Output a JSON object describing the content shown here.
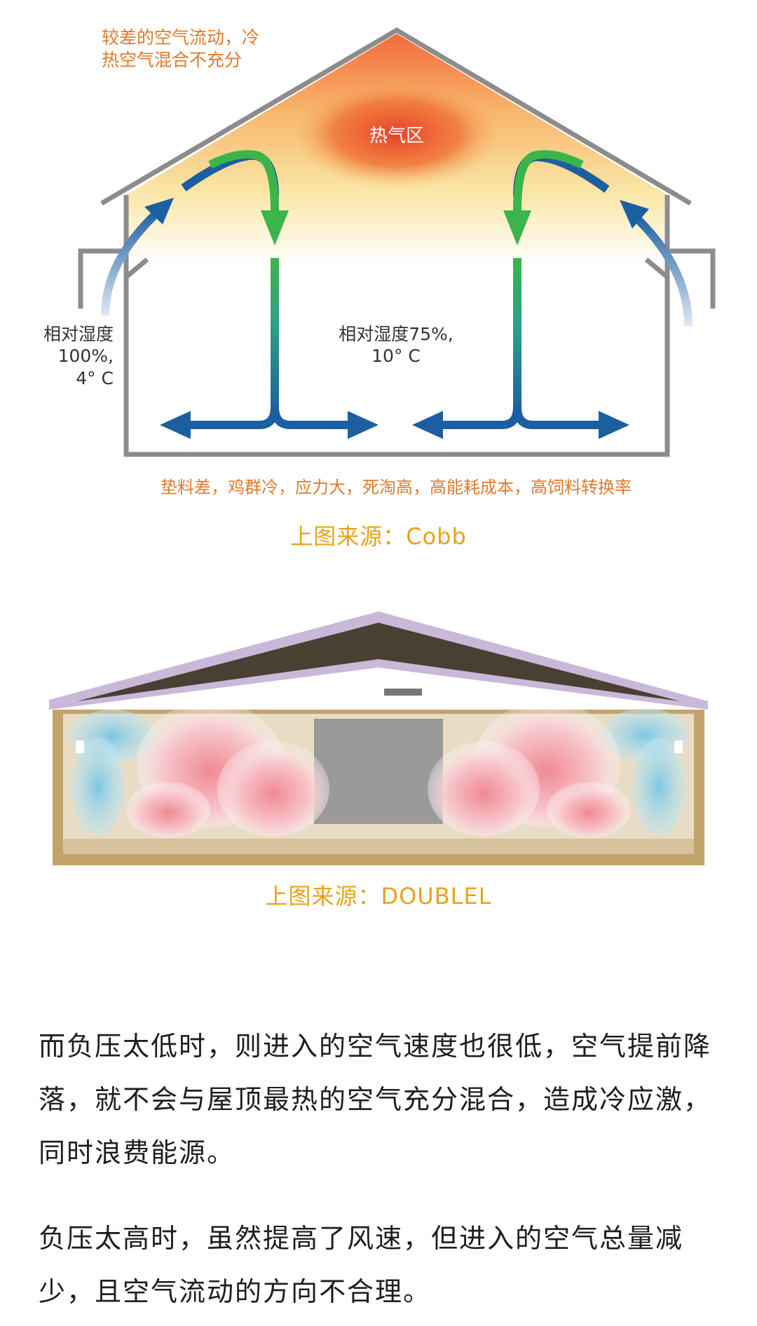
{
  "diagram_cobb": {
    "top_note_line1": "较差的空气流动，冷",
    "top_note_line2": "热空气混合不充分",
    "hot_zone_label": "热气区",
    "left_label_line1": "相对湿度",
    "left_label_line2": "100%,",
    "left_label_line3": "4° C",
    "center_label_line1": "相对湿度75%,",
    "center_label_line2": "10° C",
    "bottom_note": "垫料差，鸡群冷，应力大，死淘高，高能耗成本，高饲料转换率",
    "source_caption": "上图来源：Cobb",
    "colors": {
      "hot": "#e8402a",
      "warm": "#f7c07a",
      "green_arrow": "#3ab54a",
      "blue_arrow": "#1c5fa0",
      "wall": "#8c8c8c",
      "note_text": "#e07a2a"
    }
  },
  "diagram_doublel": {
    "source_caption": "上图来源：DOUBLEL",
    "colors": {
      "roof": "#c9b8d8",
      "wall": "#c2a36a",
      "cold_air": "#9fd7ea",
      "warm_air": "#f3a3a8"
    }
  },
  "paragraphs": [
    "而负压太低时，则进入的空气速度也很低，空气提前降落，就不会与屋顶最热的空气充分混合，造成冷应激，同时浪费能源。",
    "负压太高时，虽然提高了风速，但进入的空气总量减少，且空气流动的方向不合理。"
  ]
}
